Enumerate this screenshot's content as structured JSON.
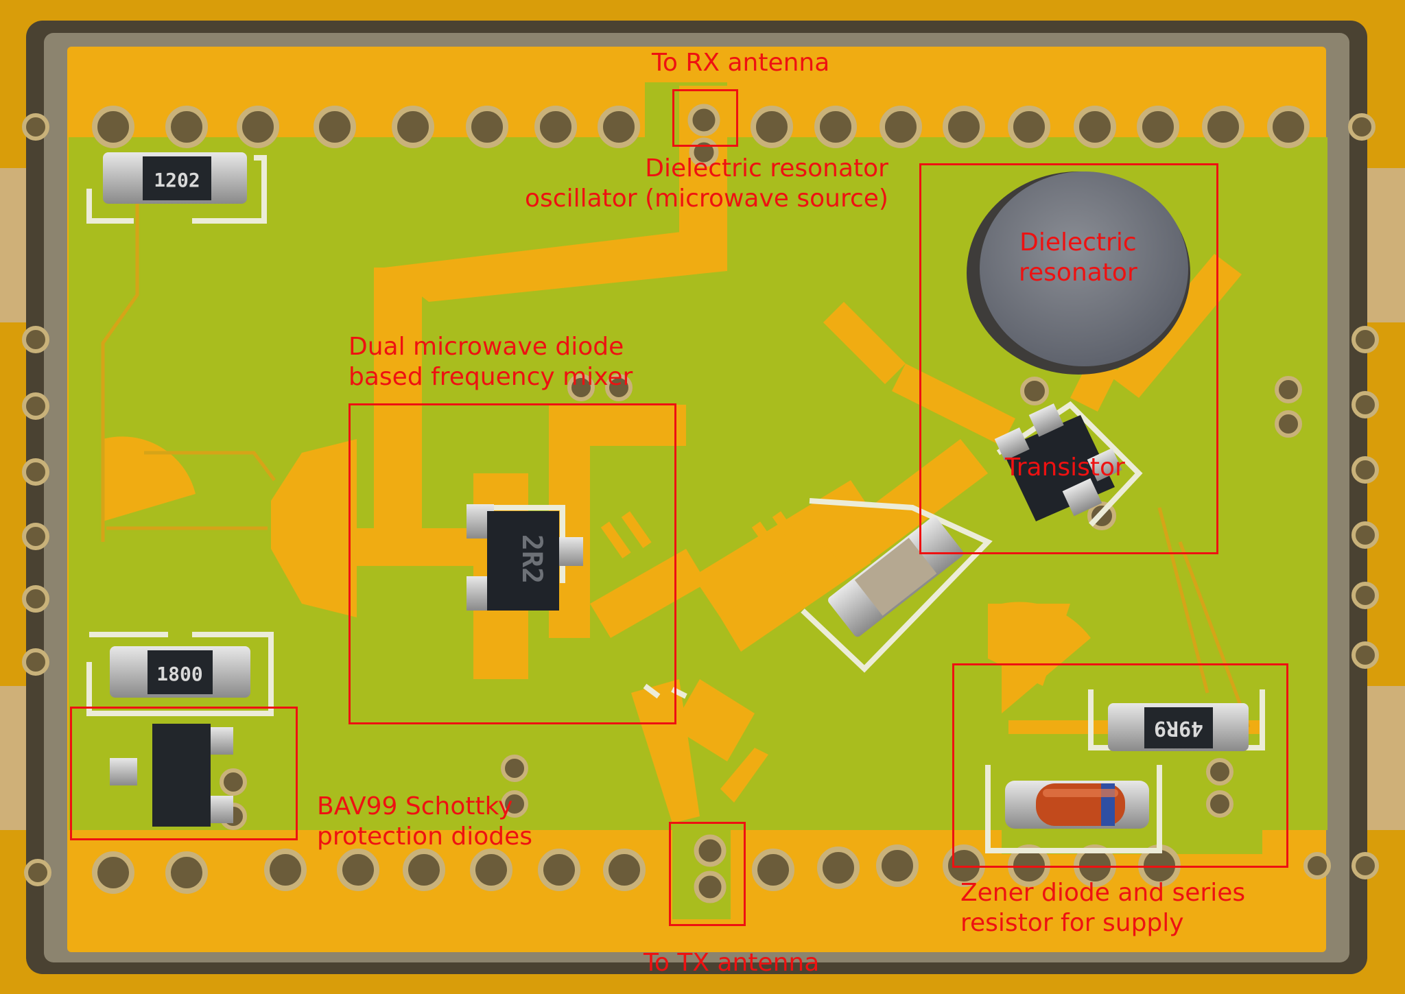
{
  "photo": {
    "components": {
      "resistor_top_marking": "1202",
      "resistor_left_marking": "1800",
      "resistor_supply_marking": "49R9",
      "mixer_marking": "2R2"
    }
  },
  "annotations": [
    {
      "id": "rx",
      "text": "To RX antenna"
    },
    {
      "id": "dro",
      "text": "Dielectric resonator\noscillator (microwave source)"
    },
    {
      "id": "resonator",
      "text": "Dielectric\nresonator"
    },
    {
      "id": "mixer",
      "text": "Dual microwave diode\nbased frequency mixer"
    },
    {
      "id": "transistor",
      "text": "Transistor"
    },
    {
      "id": "bav99",
      "text": "BAV99 Schottky\nprotection diodes"
    },
    {
      "id": "zener",
      "text": "Zener diode and series\nresistor for supply"
    },
    {
      "id": "tx",
      "text": "To TX antenna"
    }
  ],
  "colors": {
    "annotation": "#ee1111",
    "board_gold": "#f0ac12",
    "solder_mask": "#a9bd1e",
    "metal_frame": "#4a4232"
  }
}
